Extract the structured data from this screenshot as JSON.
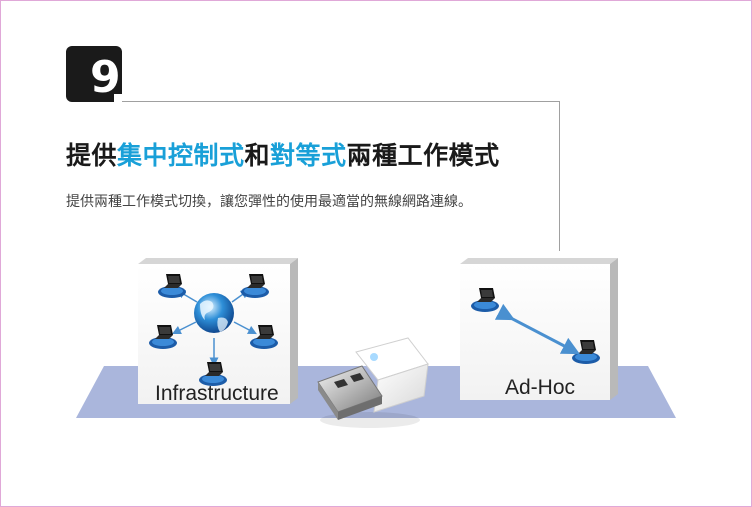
{
  "step_number": "9",
  "heading": {
    "part1": "提供",
    "hl1": "集中控制式",
    "part2": "和",
    "hl2": "對等式",
    "part3": "兩種工作模式"
  },
  "description": "提供兩種工作模式切換，讓您彈性的使用最適當的無線網路連線。",
  "panels": {
    "infrastructure_label": "Infrastructure",
    "adhoc_label": "Ad-Hoc"
  },
  "colors": {
    "accent": "#19a0d8",
    "floor": "#aab6dc",
    "badge": "#1a1a1a"
  },
  "icons": [
    "globe-icon",
    "laptop-icon",
    "usb-adapter-icon"
  ]
}
